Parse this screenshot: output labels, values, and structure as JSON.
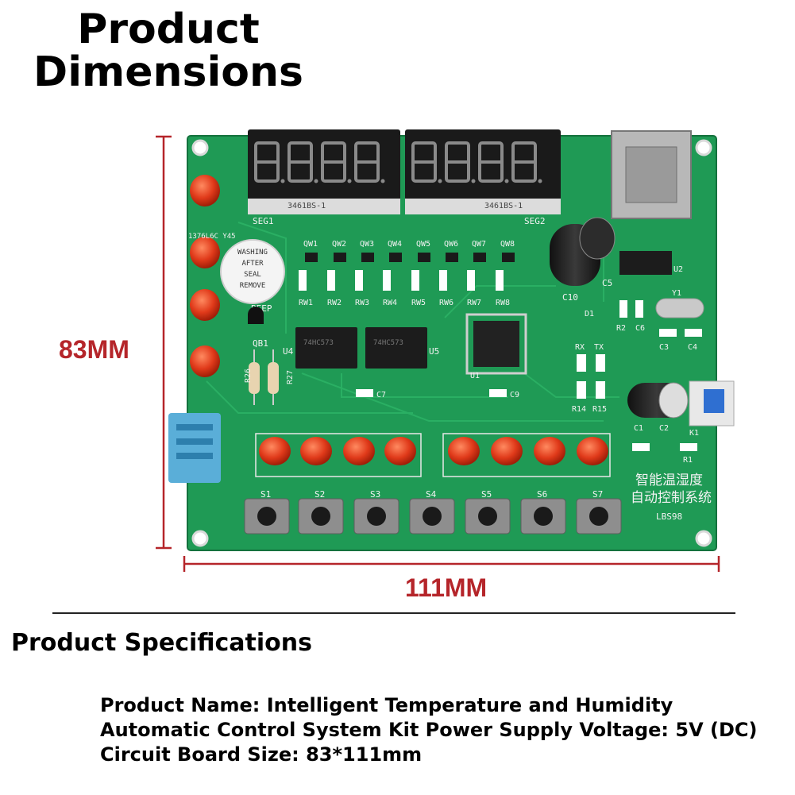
{
  "title": {
    "line1": "Product",
    "line2": "Dimensions"
  },
  "dimensions": {
    "height_label": "83MM",
    "width_label": "111MM"
  },
  "specs": {
    "heading": "Product Specifications",
    "text": "Product Name: Intelligent Temperature and Humidity Automatic Control System Kit Power Supply Voltage: 5V (DC) Circuit Board Size: 83*111mm"
  },
  "board": {
    "seg_labels": [
      "SEG1",
      "SEG2"
    ],
    "display_part": "3461BS-1",
    "qw_labels": [
      "QW1",
      "QW2",
      "QW3",
      "QW4",
      "QW5",
      "QW6",
      "QW7",
      "QW8"
    ],
    "rw_labels": [
      "RW1",
      "RW2",
      "RW3",
      "RW4",
      "RW5",
      "RW6",
      "RW7",
      "RW8"
    ],
    "switch_labels": [
      "S1",
      "S2",
      "S3",
      "S4",
      "S5",
      "S6",
      "S7"
    ],
    "buzzer_text": [
      "REMOVE",
      "SEAL",
      "AFTER",
      "WASHING"
    ],
    "buzzer_label": "BEEP",
    "transistor_label": "QB1",
    "chip_labels": [
      "U4",
      "U5",
      "U1",
      "U2"
    ],
    "chip_marking": "74HC573",
    "resistor_labels": [
      "R26",
      "R27",
      "R2",
      "R14",
      "R15",
      "R1"
    ],
    "cap_labels": [
      "C7",
      "C9",
      "C10",
      "C5",
      "C6",
      "C3",
      "C4",
      "C1",
      "C2"
    ],
    "misc_labels": [
      "D1",
      "Y1",
      "RX",
      "TX",
      "K1"
    ],
    "cn_title_line1": "智能温湿度",
    "cn_title_line2": "自动控制系统",
    "model": "LBS98",
    "top_left_text": "1376L6C Y45"
  },
  "colors": {
    "pcb_green": "#1f9a55",
    "pcb_dark": "#157a40",
    "led_red": "#e03a1a",
    "dimension_red": "#b5252a",
    "sensor_blue": "#5aaed8"
  }
}
